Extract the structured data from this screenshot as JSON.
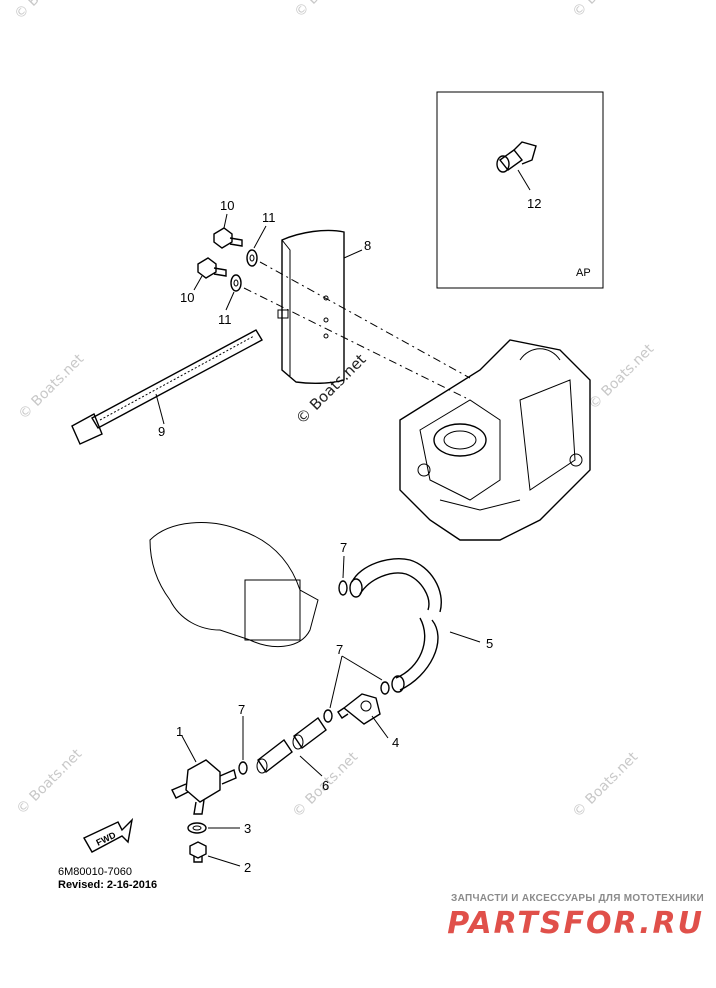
{
  "diagram_code": "6M80010-7060",
  "revised": "Revised: 2-16-2016",
  "inset_label": "AP",
  "watermark": "© Boats.net",
  "fwd_label": "FWD",
  "brand": {
    "tagline": "ЗАПЧАСТИ И АКСЕССУАРЫ ДЛЯ МОТОТЕХНИКИ",
    "logo": "PARTSFOR.RU"
  },
  "callouts": {
    "c1": "1",
    "c2": "2",
    "c3": "3",
    "c4": "4",
    "c5": "5",
    "c6": "6",
    "c7a": "7",
    "c7b": "7",
    "c7c": "7",
    "c8": "8",
    "c9": "9",
    "c10a": "10",
    "c10b": "10",
    "c11a": "11",
    "c11b": "11",
    "c12": "12"
  }
}
